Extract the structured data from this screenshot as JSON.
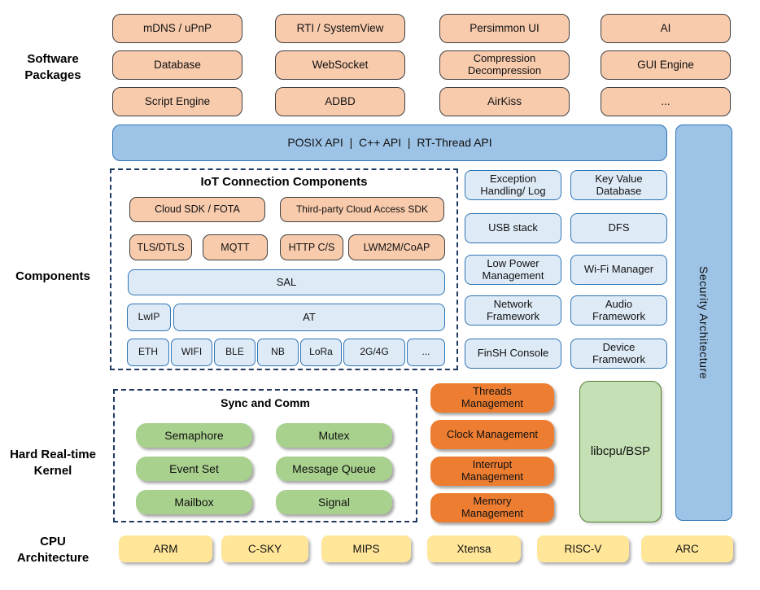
{
  "section_labels": {
    "software_packages": "Software\nPackages",
    "components": "Components",
    "kernel": "Hard Real-time\nKernel",
    "cpu": "CPU\nArchitecture"
  },
  "software_packages": {
    "boxes": [
      "mDNS / uPnP",
      "RTI / SystemView",
      "Persimmon UI",
      "AI",
      "Database",
      "WebSocket",
      "Compression\nDecompression",
      "GUI Engine",
      "Script Engine",
      "ADBD",
      "AirKiss",
      "..."
    ]
  },
  "api_bar": {
    "label": "POSIX API  |  C++ API  |  RT-Thread API"
  },
  "security_bar": {
    "label": "Security Architecture"
  },
  "iot": {
    "title": "IoT Connection Components",
    "sdk_boxes": [
      "Cloud SDK / FOTA",
      "Third-party Cloud Access SDK"
    ],
    "protocol_boxes": [
      "TLS/DTLS",
      "MQTT",
      "HTTP C/S",
      "LWM2M/CoAP"
    ],
    "sal": "SAL",
    "lwip": "LwIP",
    "at": "AT",
    "link_boxes": [
      "ETH",
      "WIFI",
      "BLE",
      "NB",
      "LoRa",
      "2G/4G",
      "..."
    ]
  },
  "components": {
    "boxes": [
      "Exception\nHandling/ Log",
      "Key Value\nDatabase",
      "USB stack",
      "DFS",
      "Low Power\nManagement",
      "Wi-Fi Manager",
      "Network\nFramework",
      "Audio\nFramework",
      "FinSH Console",
      "Device\nFramework"
    ]
  },
  "kernel": {
    "sync_title": "Sync and Comm",
    "sync_boxes": [
      "Semaphore",
      "Mutex",
      "Event Set",
      "Message Queue",
      "Mailbox",
      "Signal"
    ],
    "mgmt_boxes": [
      "Threads\nManagement",
      "Clock Management",
      "Interrupt\nManagement",
      "Memory\nManagement"
    ],
    "libcpu": "libcpu/BSP"
  },
  "cpu_arch": {
    "boxes": [
      "ARM",
      "C-SKY",
      "MIPS",
      "Xtensa",
      "RISC-V",
      "ARC"
    ]
  },
  "colors": {
    "peach_fill": "#F8CBAD",
    "peach_border": "#404040",
    "blue_fill": "#9DC3E6",
    "blue_border": "#2E75B6",
    "lightblue_fill": "#DEEBF7",
    "lightblue_border": "#2E75B6",
    "dashed_border": "#1F3864",
    "orange_fill": "#ED7D31",
    "green_fill": "#A9D18E",
    "libcpu_fill": "#C5E0B4",
    "libcpu_border": "#548235",
    "yellow_fill": "#FFE699"
  }
}
